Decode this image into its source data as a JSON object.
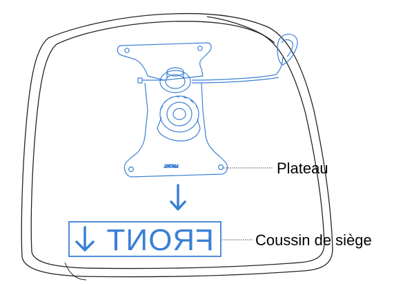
{
  "labels": {
    "plate": "Plateau",
    "cushion": "Coussin de siège"
  },
  "front_marking": {
    "text": "FRONT",
    "small_text": "FRONT"
  },
  "colors": {
    "outline": "#222222",
    "part": "#3a7fd5",
    "leader": "#444444"
  },
  "icons": {
    "direction_arrow": "arrow-down-icon"
  }
}
